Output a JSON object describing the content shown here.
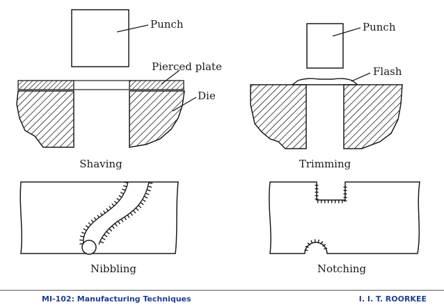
{
  "shaving": {
    "caption": "Shaving",
    "punch_label": "Punch",
    "pierced_plate_label": "Pierced plate",
    "die_label": "Die"
  },
  "trimming": {
    "caption": "Trimming",
    "punch_label": "Punch",
    "flash_label": "Flash"
  },
  "nibbling": {
    "caption": "Nibbling"
  },
  "notching": {
    "caption": "Notching"
  },
  "footer": {
    "course": "MI-102: Manufacturing Techniques",
    "institute": "I. I. T. ROORKEE"
  },
  "colors": {
    "ink": "#1a1a1a",
    "footer_text": "#1f3f8f",
    "footer_rule": "#4a4a4a"
  }
}
